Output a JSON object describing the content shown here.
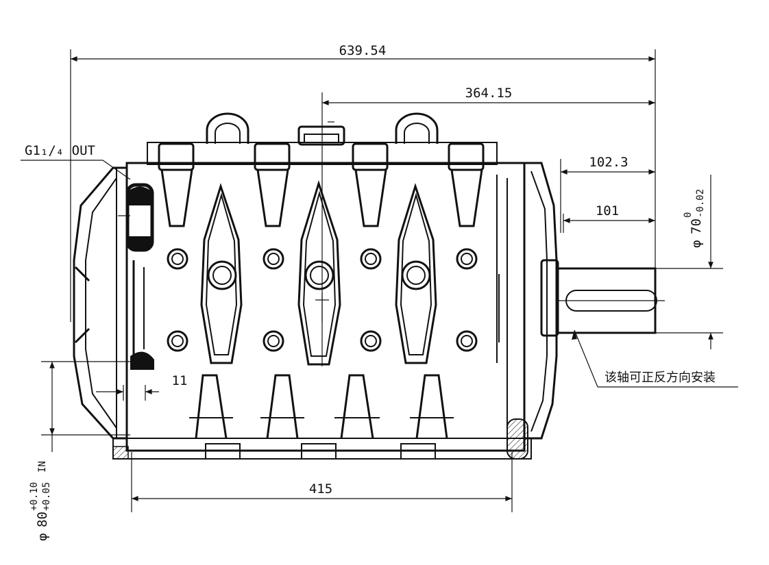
{
  "drawing": {
    "dimensions": {
      "overall_length": "639.54",
      "center_to_end": "364.15",
      "shaft_face_1": "102.3",
      "shaft_face_2": "101",
      "base_length": "415",
      "wall_thickness": "11"
    },
    "outlet_label": "G1₁/₄ OUT",
    "shaft_diameter": {
      "symbol": "φ",
      "nominal": "70",
      "upper_tol": "0",
      "lower_tol": "-0.02"
    },
    "inlet_diameter": {
      "symbol": "φ",
      "nominal": "80",
      "upper_tol": "+0.10",
      "lower_tol": "+0.05",
      "suffix": "IN"
    },
    "shaft_note": "该轴可正反方向安装",
    "line_color": "#111111"
  }
}
